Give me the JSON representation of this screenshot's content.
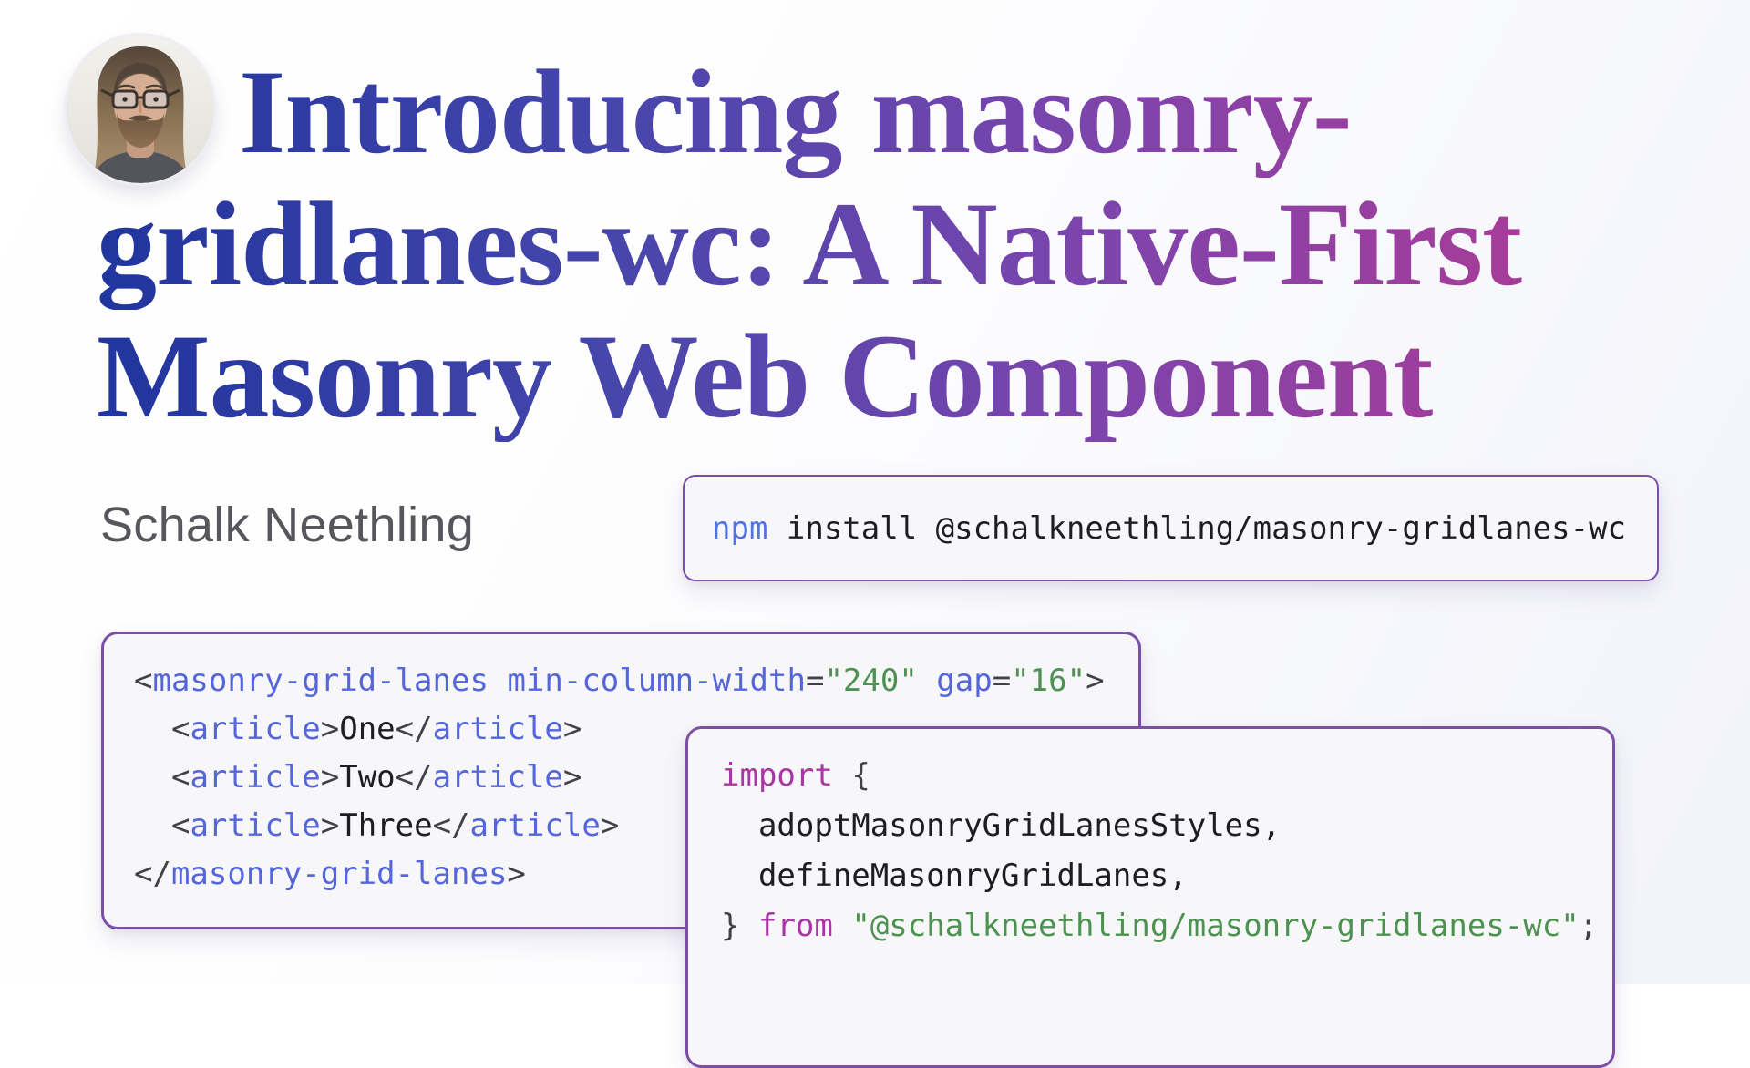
{
  "title": {
    "full": "Introducing masonry-gridlanes-wc: A Native-First Masonry Web Component",
    "lines": [
      "Introducing masonry-",
      "gridlanes-wc: A Native-First",
      "Masonry Web Component"
    ]
  },
  "author": {
    "name": "Schalk Neethling"
  },
  "install": {
    "lines": [
      [
        [
          "cmd",
          "npm"
        ],
        [
          "pl",
          " install @schalkneethling/masonry-gridlanes-wc"
        ]
      ]
    ]
  },
  "html_example": {
    "lines": [
      [
        [
          "pn",
          "<"
        ],
        [
          "tag",
          "masonry-grid-lanes"
        ],
        [
          "pl",
          " "
        ],
        [
          "tag",
          "min-column-width"
        ],
        [
          "pn",
          "="
        ],
        [
          "str",
          "\"240\""
        ],
        [
          "pl",
          " "
        ],
        [
          "tag",
          "gap"
        ],
        [
          "pn",
          "="
        ],
        [
          "str",
          "\"16\""
        ],
        [
          "pn",
          ">"
        ]
      ],
      [
        [
          "pl",
          "  "
        ],
        [
          "pn",
          "<"
        ],
        [
          "tag",
          "article"
        ],
        [
          "pn",
          ">"
        ],
        [
          "pl",
          "One"
        ],
        [
          "pn",
          "</"
        ],
        [
          "tag",
          "article"
        ],
        [
          "pn",
          ">"
        ]
      ],
      [
        [
          "pl",
          "  "
        ],
        [
          "pn",
          "<"
        ],
        [
          "tag",
          "article"
        ],
        [
          "pn",
          ">"
        ],
        [
          "pl",
          "Two"
        ],
        [
          "pn",
          "</"
        ],
        [
          "tag",
          "article"
        ],
        [
          "pn",
          ">"
        ]
      ],
      [
        [
          "pl",
          "  "
        ],
        [
          "pn",
          "<"
        ],
        [
          "tag",
          "article"
        ],
        [
          "pn",
          ">"
        ],
        [
          "pl",
          "Three"
        ],
        [
          "pn",
          "</"
        ],
        [
          "tag",
          "article"
        ],
        [
          "pn",
          ">"
        ]
      ],
      [
        [
          "pn",
          "</"
        ],
        [
          "tag",
          "masonry-grid-lanes"
        ],
        [
          "pn",
          ">"
        ]
      ]
    ]
  },
  "js_import": {
    "lines": [
      [
        [
          "kw",
          "import"
        ],
        [
          "pl",
          " "
        ],
        [
          "pn",
          "{"
        ]
      ],
      [
        [
          "pl",
          "  adoptMasonryGridLanesStyles,"
        ]
      ],
      [
        [
          "pl",
          "  defineMasonryGridLanes,"
        ]
      ],
      [
        [
          "pn",
          "}"
        ],
        [
          "pl",
          " "
        ],
        [
          "kw",
          "from"
        ],
        [
          "pl",
          " "
        ],
        [
          "str",
          "\"@schalkneethling/masonry-gridlanes-wc\""
        ],
        [
          "pn",
          ";"
        ]
      ]
    ]
  },
  "colors": {
    "title_gradient": [
      "#20359e",
      "#4646ab",
      "#7b45ad",
      "#b23a93"
    ],
    "author_text": "#56565c",
    "box_background": "#f7f7f9",
    "box_border": "#7c4fa7",
    "code_tag_blue": "#5566da",
    "code_punctuation": "#41414a",
    "code_string_green": "#4d9251",
    "code_keyword_magenta": "#ab34a6",
    "code_plain": "#1d1d22",
    "npm_keyword_blue": "#5173e4"
  }
}
